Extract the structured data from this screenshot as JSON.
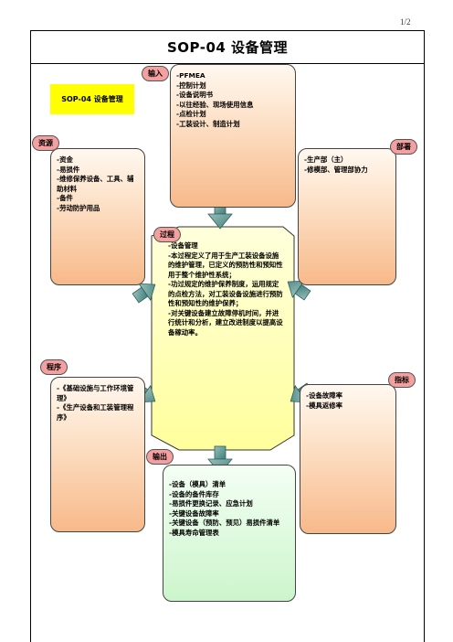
{
  "page_number": "1/2",
  "title": "SOP-04 设备管理",
  "label": "SOP-04 设备管理",
  "tags": {
    "input": "输入",
    "resources": "资源",
    "department": "部署",
    "process": "过程",
    "procedure": "程序",
    "indicator": "指标",
    "output": "输出"
  },
  "boxes": {
    "input": "-PFMEA\n-控制计划\n-设备说明书\n-以往经验、现场使用信息\n-点检计划\n-工装设计、制造计划",
    "resources": "-资金\n-易损件\n-维修保养设备、工具、辅助材料\n-备件\n-劳动防护用品",
    "department": "-生产部（主）\n-修模部、管理部协力",
    "process": "-设备管理\n-本过程定义了用于生产工装设备设施的维护管理，已定义的预防性和预知性用于整个维护性系统；\n-功过规定的维护保养制度，运用规定的点检方法，对工装设备设施进行预防性和预知性的维护保养；\n-对关键设备建立故障停机时间，并进行统计和分析，建立改进制度以提高设备稼动率。",
    "procedure": "-《基础设施与工作环境管理》\n-《生产设备和工装管理程序》",
    "indicator": "-设备故障率\n-模具返修率",
    "output": "-设备（模具）清单\n-设备的备件库存\n-易损件更换记录、应急计划\n-关键设备故障率\n-关键设备（预防、预见）易损件清单\n-模具寿命管理表"
  }
}
